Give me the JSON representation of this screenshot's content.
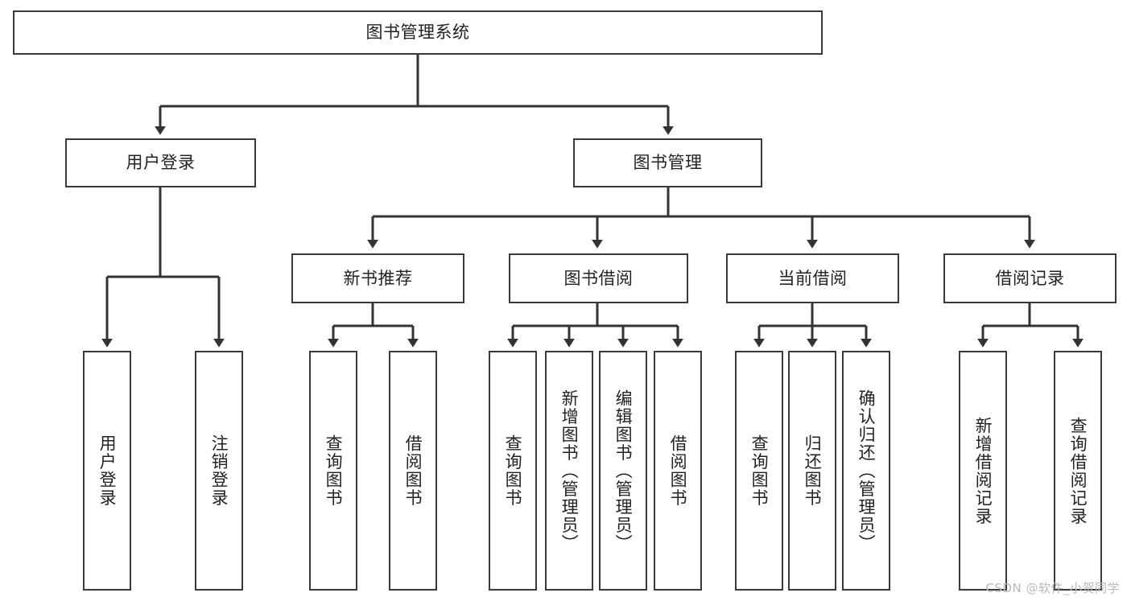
{
  "diagram": {
    "title": "图书管理系统",
    "watermark": "CSDN @软件_小贺同学",
    "colors": {
      "background": "#ffffff",
      "box_border": "#3a3a3a",
      "box_fill": "#ffffff",
      "connector": "#333333",
      "text": "#222222",
      "watermark": "#b9b9b9"
    }
  },
  "root": {
    "label": "图书管理系统"
  },
  "level1": [
    {
      "label": "用户登录"
    },
    {
      "label": "图书管理"
    }
  ],
  "level2": [
    {
      "label": "新书推荐"
    },
    {
      "label": "图书借阅"
    },
    {
      "label": "当前借阅"
    },
    {
      "label": "借阅记录"
    }
  ],
  "leaves": {
    "user_login": [
      {
        "label": "用户登录"
      },
      {
        "label": "注销登录"
      }
    ],
    "new_book": [
      {
        "label": "查询图书"
      },
      {
        "label": "借阅图书"
      }
    ],
    "book_borrow": [
      {
        "label": "查询图书"
      },
      {
        "label": "新增图书（管理员）"
      },
      {
        "label": "编辑图书（管理员）"
      },
      {
        "label": "借阅图书"
      }
    ],
    "current_borrow": [
      {
        "label": "查询图书"
      },
      {
        "label": "归还图书"
      },
      {
        "label": "确认归还（管理员）"
      }
    ],
    "borrow_record": [
      {
        "label": "新增借阅记录"
      },
      {
        "label": "查询借阅记录"
      }
    ]
  }
}
